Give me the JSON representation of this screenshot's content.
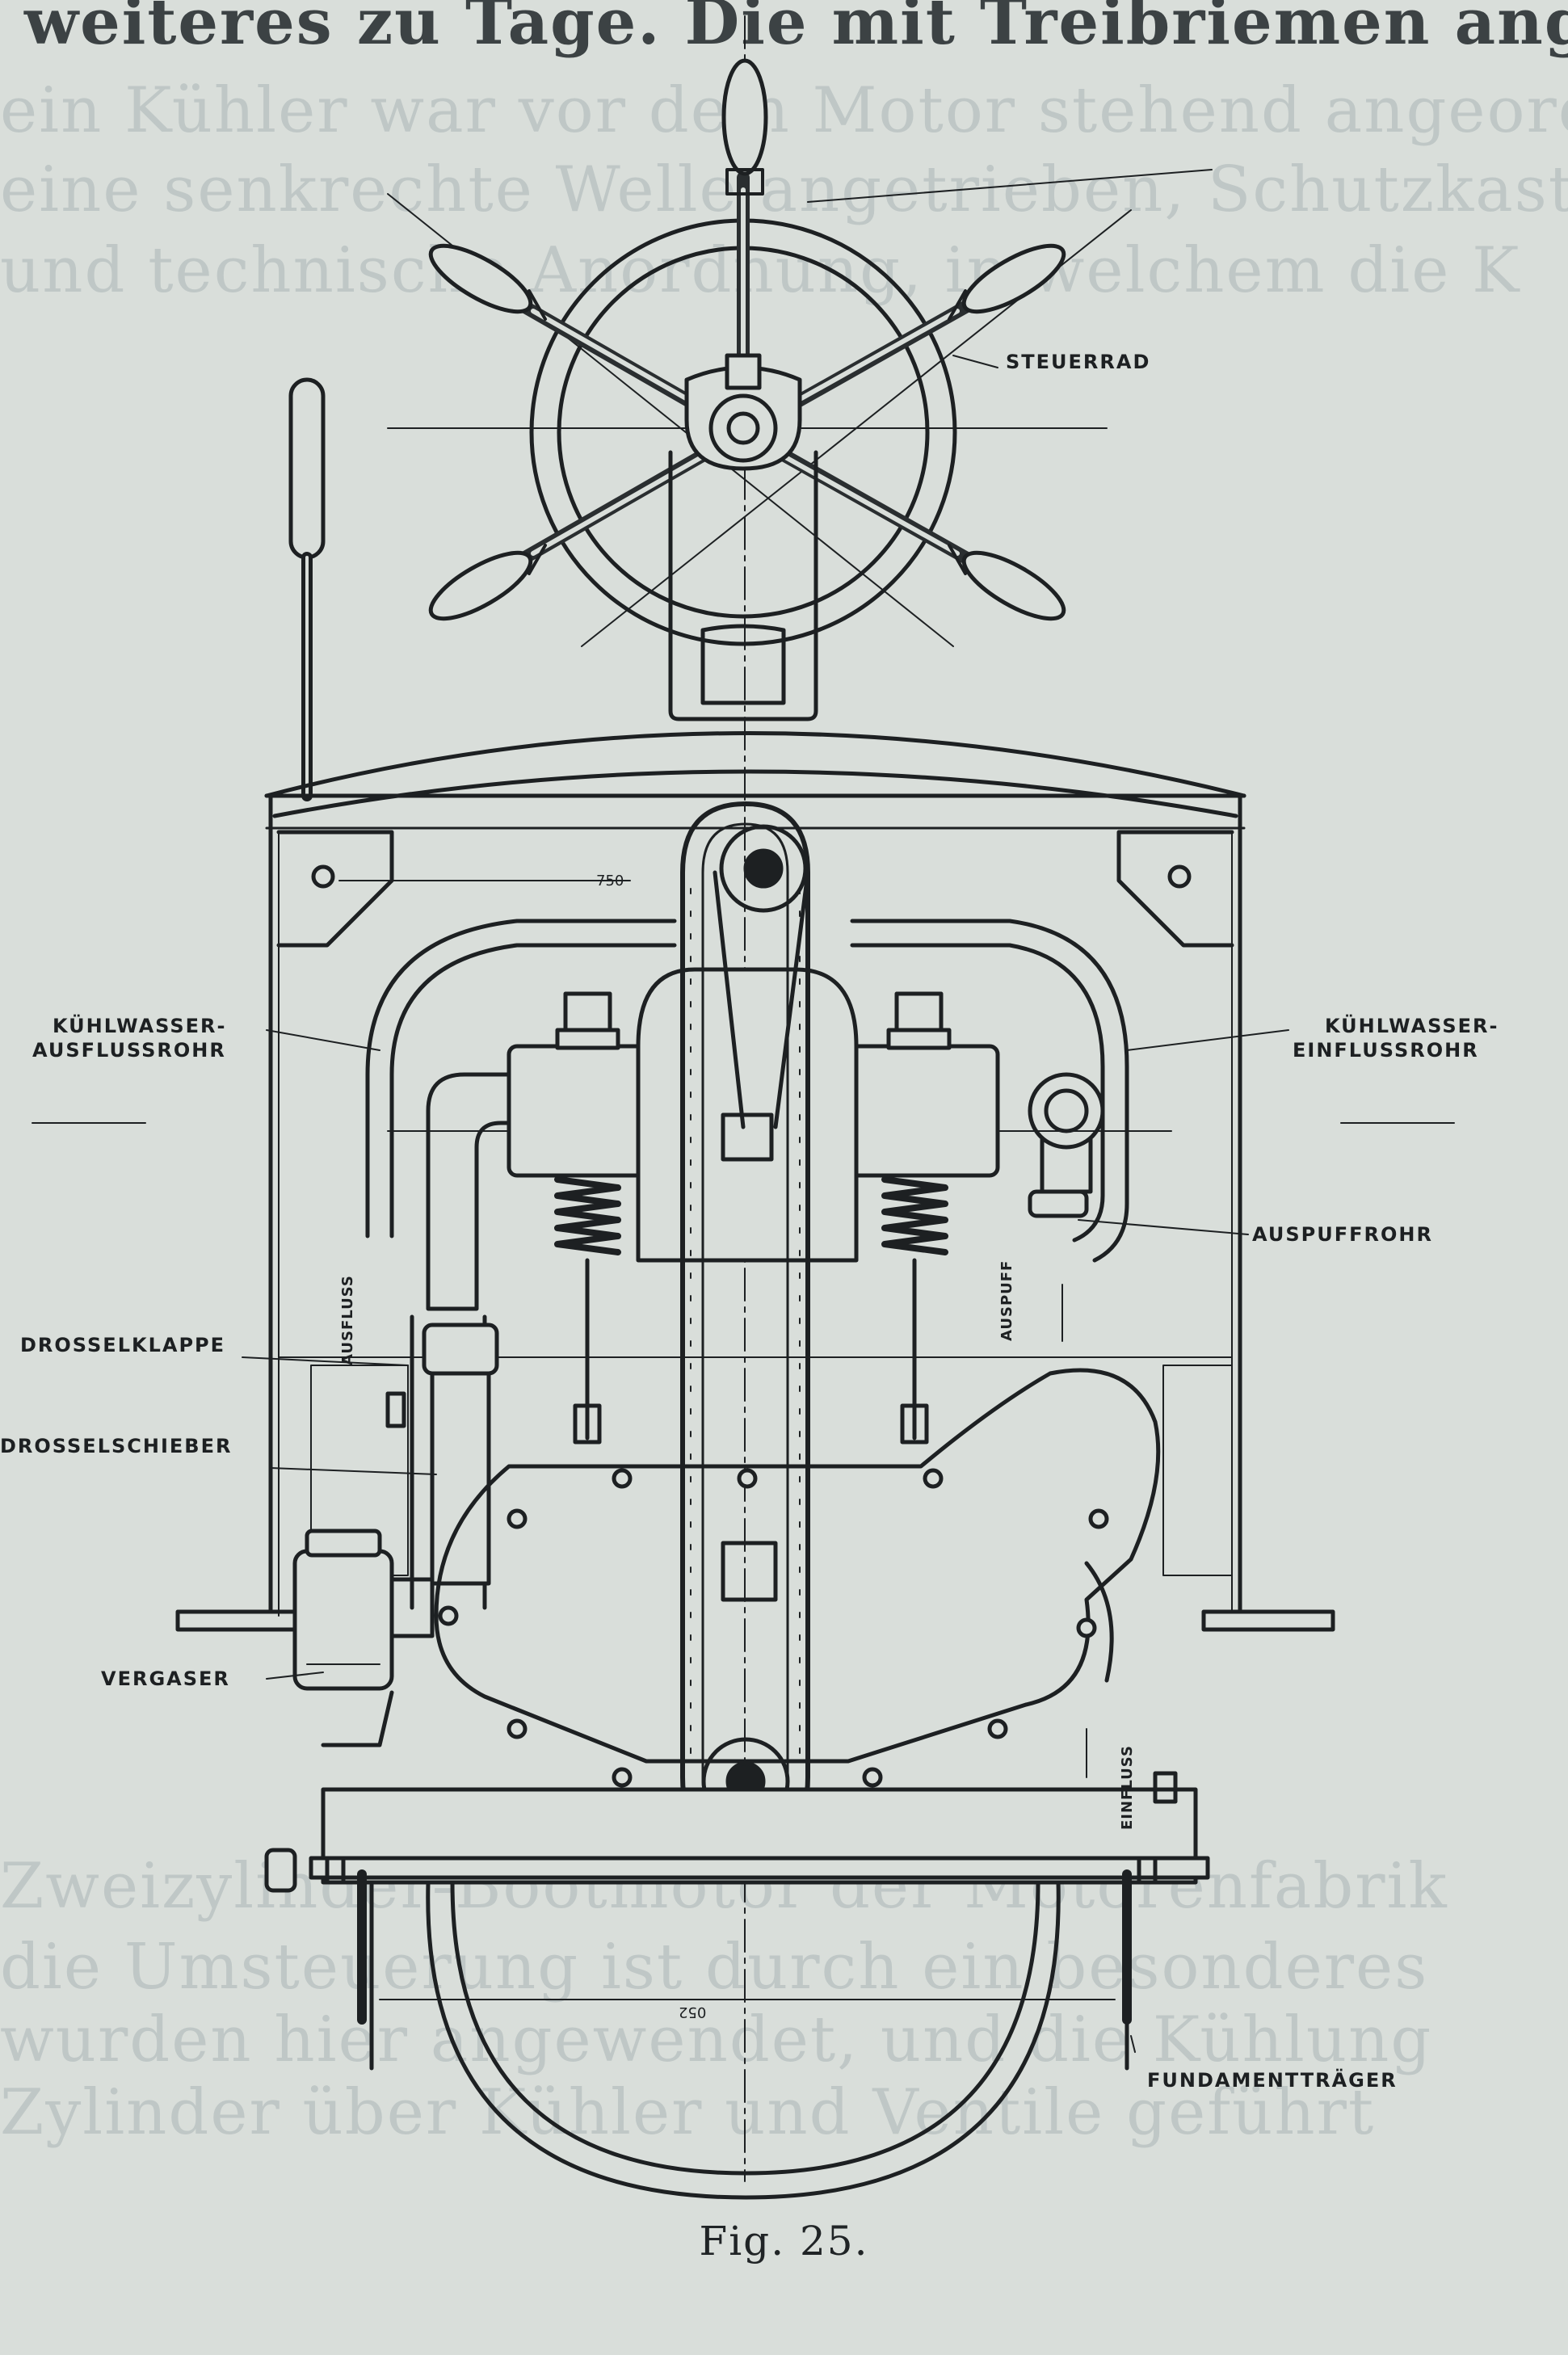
{
  "bleed_text": {
    "line1": "weiteres zu Tage. Die mit Treibriemen angetriebene",
    "line2": "ein Kühler war vor dem Motor stehend angeordn",
    "line3": "eine senkrechte Welle angetrieben, Schutzkasten u",
    "line4": "und technische Anordnung, in welchem die K",
    "low1": "Zweizylinder-Bootmotor der Motorenfabrik",
    "low2": "die Umsteuerung ist durch ein besonderes",
    "low3": "wurden hier angewendet, und die Kühlung",
    "low4": "Zylinder über Kühler und Ventile geführt"
  },
  "labels": {
    "steuerrad": "STEUERRAD",
    "kuehlwasser_aus_1": "KÜHLWASSER-",
    "kuehlwasser_aus_2": "AUSFLUSSROHR",
    "kuehlwasser_ein_1": "KÜHLWASSER-",
    "kuehlwasser_ein_2": "EINFLUSSROHR",
    "auspuffrohr": "AUSPUFFROHR",
    "drosselklappe": "DROSSELKLAPPE",
    "drosselschieber": "DROSSELSCHIEBER",
    "vergaser": "VERGASER",
    "fundamenttraeger": "FUNDAMENTTRÄGER",
    "ausfluss_v": "AUSFLUSS",
    "auspuff_v": "AUSPUFF",
    "einfluss_v": "EINFLUSS"
  },
  "dimensions": {
    "width_top": "750",
    "width_bottom": "052"
  },
  "caption": "Fig. 25.",
  "colors": {
    "paper": "#d9deda",
    "ink": "#1d2022",
    "bleed": "#bfc7c6"
  }
}
